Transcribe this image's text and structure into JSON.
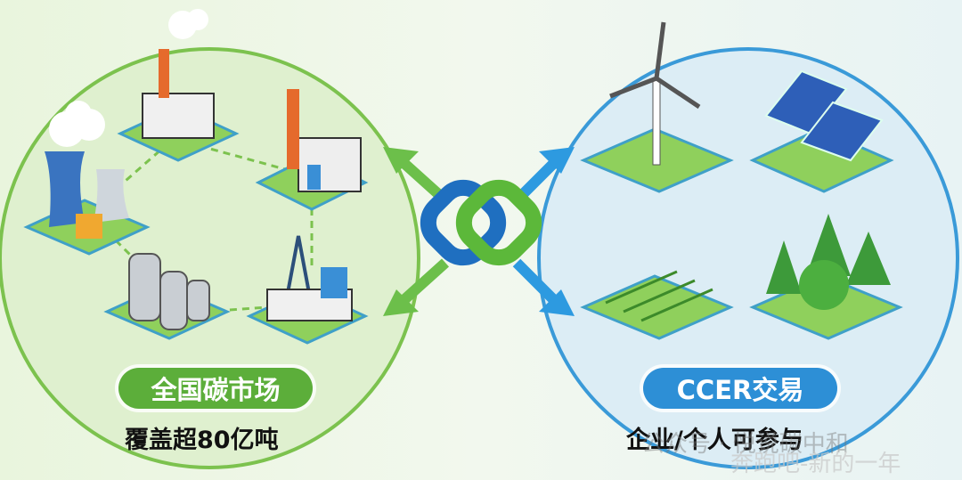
{
  "left_group": {
    "label": "全国碳市场",
    "subtitle": "覆盖超80亿吨",
    "color": "#5cae3a",
    "items": [
      "coal-power-plant",
      "factory",
      "industrial-building",
      "chemical-tanks",
      "oil-rig-plant"
    ]
  },
  "right_group": {
    "label": "CCER交易",
    "subtitle": "企业/个人可参与",
    "color": "#2d8fd6",
    "items": [
      "wind-turbine",
      "solar-panels",
      "farmland",
      "forest"
    ]
  },
  "center_icon": "chain-link-icon",
  "watermark": {
    "line1": "公众号 · 悦说碳中和",
    "line2": "奔跑吧-新的一年"
  }
}
